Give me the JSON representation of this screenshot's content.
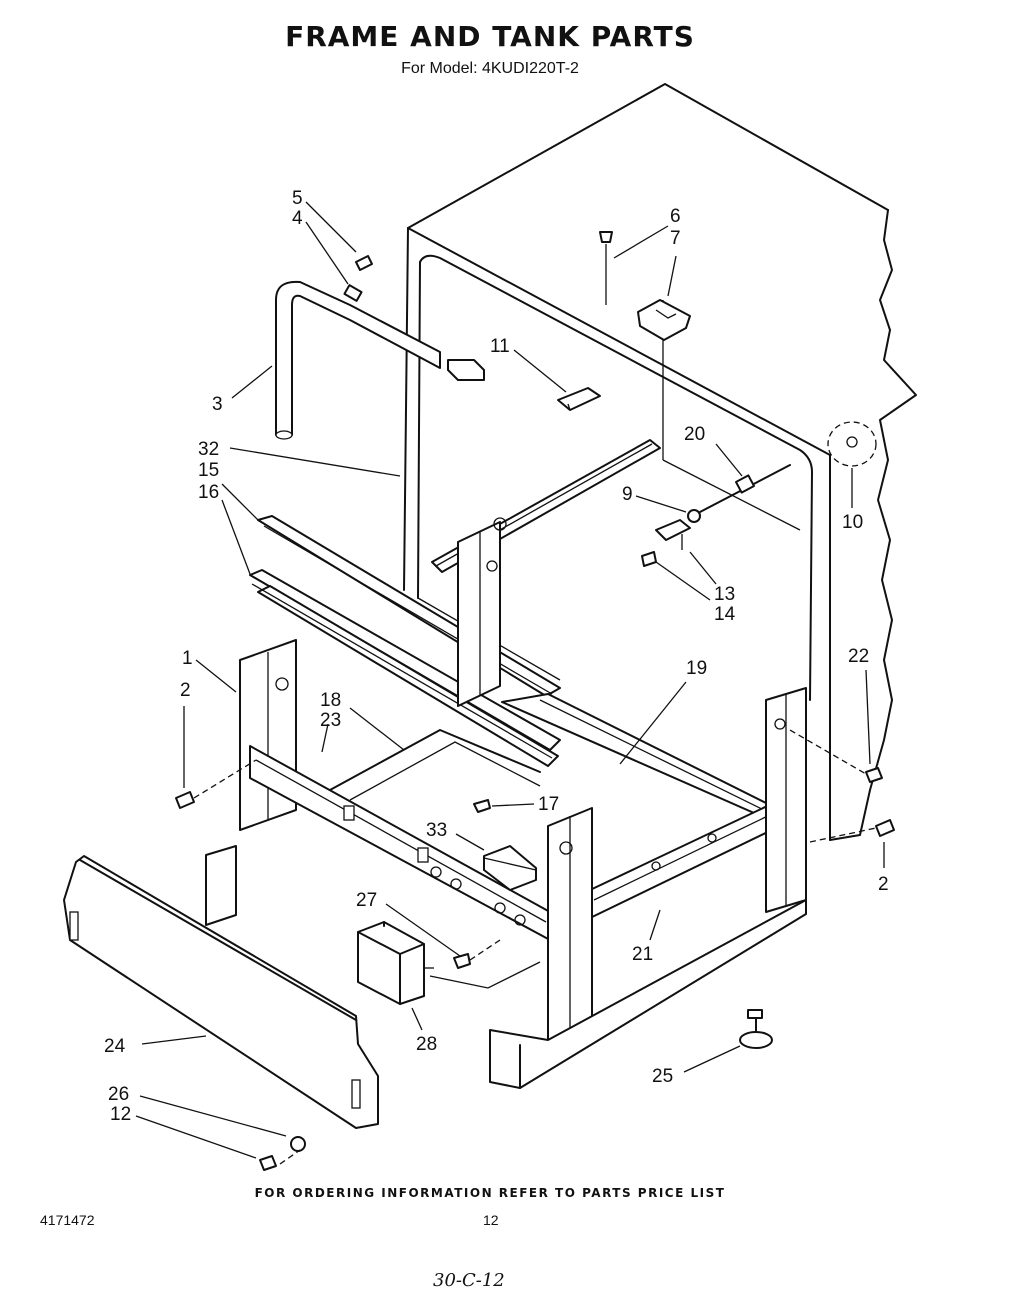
{
  "title": "FRAME AND TANK PARTS",
  "subtitle": "For Model: 4KUDI220T-2",
  "footer_note": "FOR ORDERING INFORMATION REFER TO PARTS PRICE LIST",
  "document_number": "4171472",
  "page_number": "12",
  "handwritten_note": "30-C-12",
  "callouts": [
    {
      "id": "c5",
      "label": "5"
    },
    {
      "id": "c4",
      "label": "4"
    },
    {
      "id": "c3",
      "label": "3"
    },
    {
      "id": "c32",
      "label": "32"
    },
    {
      "id": "c15",
      "label": "15"
    },
    {
      "id": "c16",
      "label": "16"
    },
    {
      "id": "c1",
      "label": "1"
    },
    {
      "id": "c2a",
      "label": "2"
    },
    {
      "id": "c18",
      "label": "18"
    },
    {
      "id": "c23",
      "label": "23"
    },
    {
      "id": "c6",
      "label": "6"
    },
    {
      "id": "c7",
      "label": "7"
    },
    {
      "id": "c11",
      "label": "11"
    },
    {
      "id": "c20",
      "label": "20"
    },
    {
      "id": "c9",
      "label": "9"
    },
    {
      "id": "c10",
      "label": "10"
    },
    {
      "id": "c13",
      "label": "13"
    },
    {
      "id": "c14",
      "label": "14"
    },
    {
      "id": "c22",
      "label": "22"
    },
    {
      "id": "c19",
      "label": "19"
    },
    {
      "id": "c17",
      "label": "17"
    },
    {
      "id": "c2b",
      "label": "2"
    },
    {
      "id": "c33",
      "label": "33"
    },
    {
      "id": "c27",
      "label": "27"
    },
    {
      "id": "c21",
      "label": "21"
    },
    {
      "id": "c28",
      "label": "28"
    },
    {
      "id": "c24",
      "label": "24"
    },
    {
      "id": "c26",
      "label": "26"
    },
    {
      "id": "c12",
      "label": "12"
    },
    {
      "id": "c25",
      "label": "25"
    }
  ]
}
